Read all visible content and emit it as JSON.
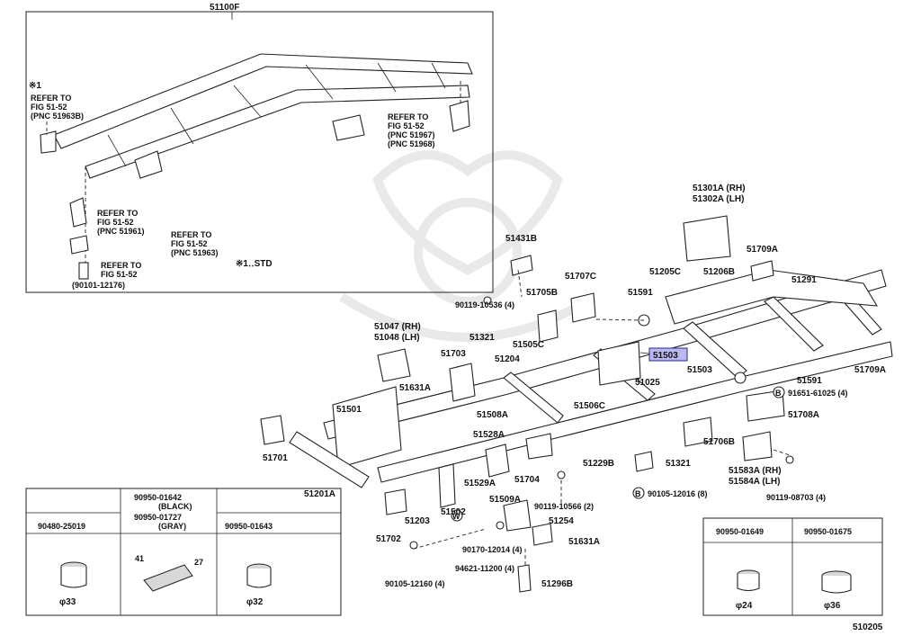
{
  "diagram": {
    "sheet_number": "510205",
    "highlighted_part": "51503",
    "std_note": "※1‥STD",
    "assembly_label": "51100F",
    "inset_notes": {
      "note_mark": "※1",
      "left": [
        "REFER TO",
        "FIG 51-52",
        "(PNC 51963B)"
      ],
      "right": [
        "REFER TO",
        "FIG 51-52",
        "(PNC 51967)",
        "(PNC 51968)"
      ],
      "bracket1": [
        "REFER TO",
        "FIG 51-52",
        "(PNC 51961)"
      ],
      "bracket2": [
        "REFER TO",
        "FIG 51-52",
        "(PNC 51963)"
      ],
      "bolt": [
        "REFER TO",
        "FIG 51-52",
        "(90101-12176)"
      ]
    },
    "part_labels": {
      "p51431B": "51431B",
      "p90119_10536": "90119-10536 (4)",
      "p51705B": "51705B",
      "p51707C": "51707C",
      "p51301A": "51301A (RH)",
      "p51302A": "51302A (LH)",
      "p51709A_top": "51709A",
      "p51205C": "51205C",
      "p51206B": "51206B",
      "p51291": "51291",
      "p51591_top": "51591",
      "p51047": "51047 (RH)",
      "p51048": "51048 (LH)",
      "p51321_top": "51321",
      "p51505C": "51505C",
      "p51503_hl": "51503",
      "p51709A_right": "51709A",
      "p51703": "51703",
      "p51204": "51204",
      "p51503": "51503",
      "p51591_right": "51591",
      "p51025": "51025",
      "p91651": "91651-61025 (4)",
      "p51631A_top": "51631A",
      "p51506C": "51506C",
      "p51708A": "51708A",
      "p51501": "51501",
      "p51508A": "51508A",
      "p51528A": "51528A",
      "p51706B": "51706B",
      "p51701": "51701",
      "p51229B": "51229B",
      "p51321_mid": "51321",
      "p51583A": "51583A (RH)",
      "p51584A": "51584A (LH)",
      "p51529A": "51529A",
      "p51704": "51704",
      "p90119_08703": "90119-08703 (4)",
      "p51201A": "51201A",
      "p51509A": "51509A",
      "p90119_10566": "90119-10566 (2)",
      "p90105_12016": "90105-12016 (8)",
      "p51203": "51203",
      "p51502": "51502",
      "p51254": "51254",
      "p51702": "51702",
      "p90170_12014": "90170-12014 (4)",
      "p51631A_bot": "51631A",
      "p94621": "94621-11200 (4)",
      "p90105_12160": "90105-12160 (4)",
      "p51296B": "51296B"
    },
    "markers": {
      "b": "B",
      "w": "W"
    },
    "left_table": {
      "col1": "90480-25019",
      "col2a": "90950-01642",
      "col2b": "(BLACK)",
      "col2c": "90950-01727",
      "col2d": "(GRAY)",
      "col3": "90950-01643",
      "dim1": "φ33",
      "dim2a": "41",
      "dim2b": "27",
      "dim3": "φ32"
    },
    "right_table": {
      "col1": "90950-01649",
      "col2": "90950-01675",
      "dim1": "φ24",
      "dim2": "φ36"
    }
  }
}
